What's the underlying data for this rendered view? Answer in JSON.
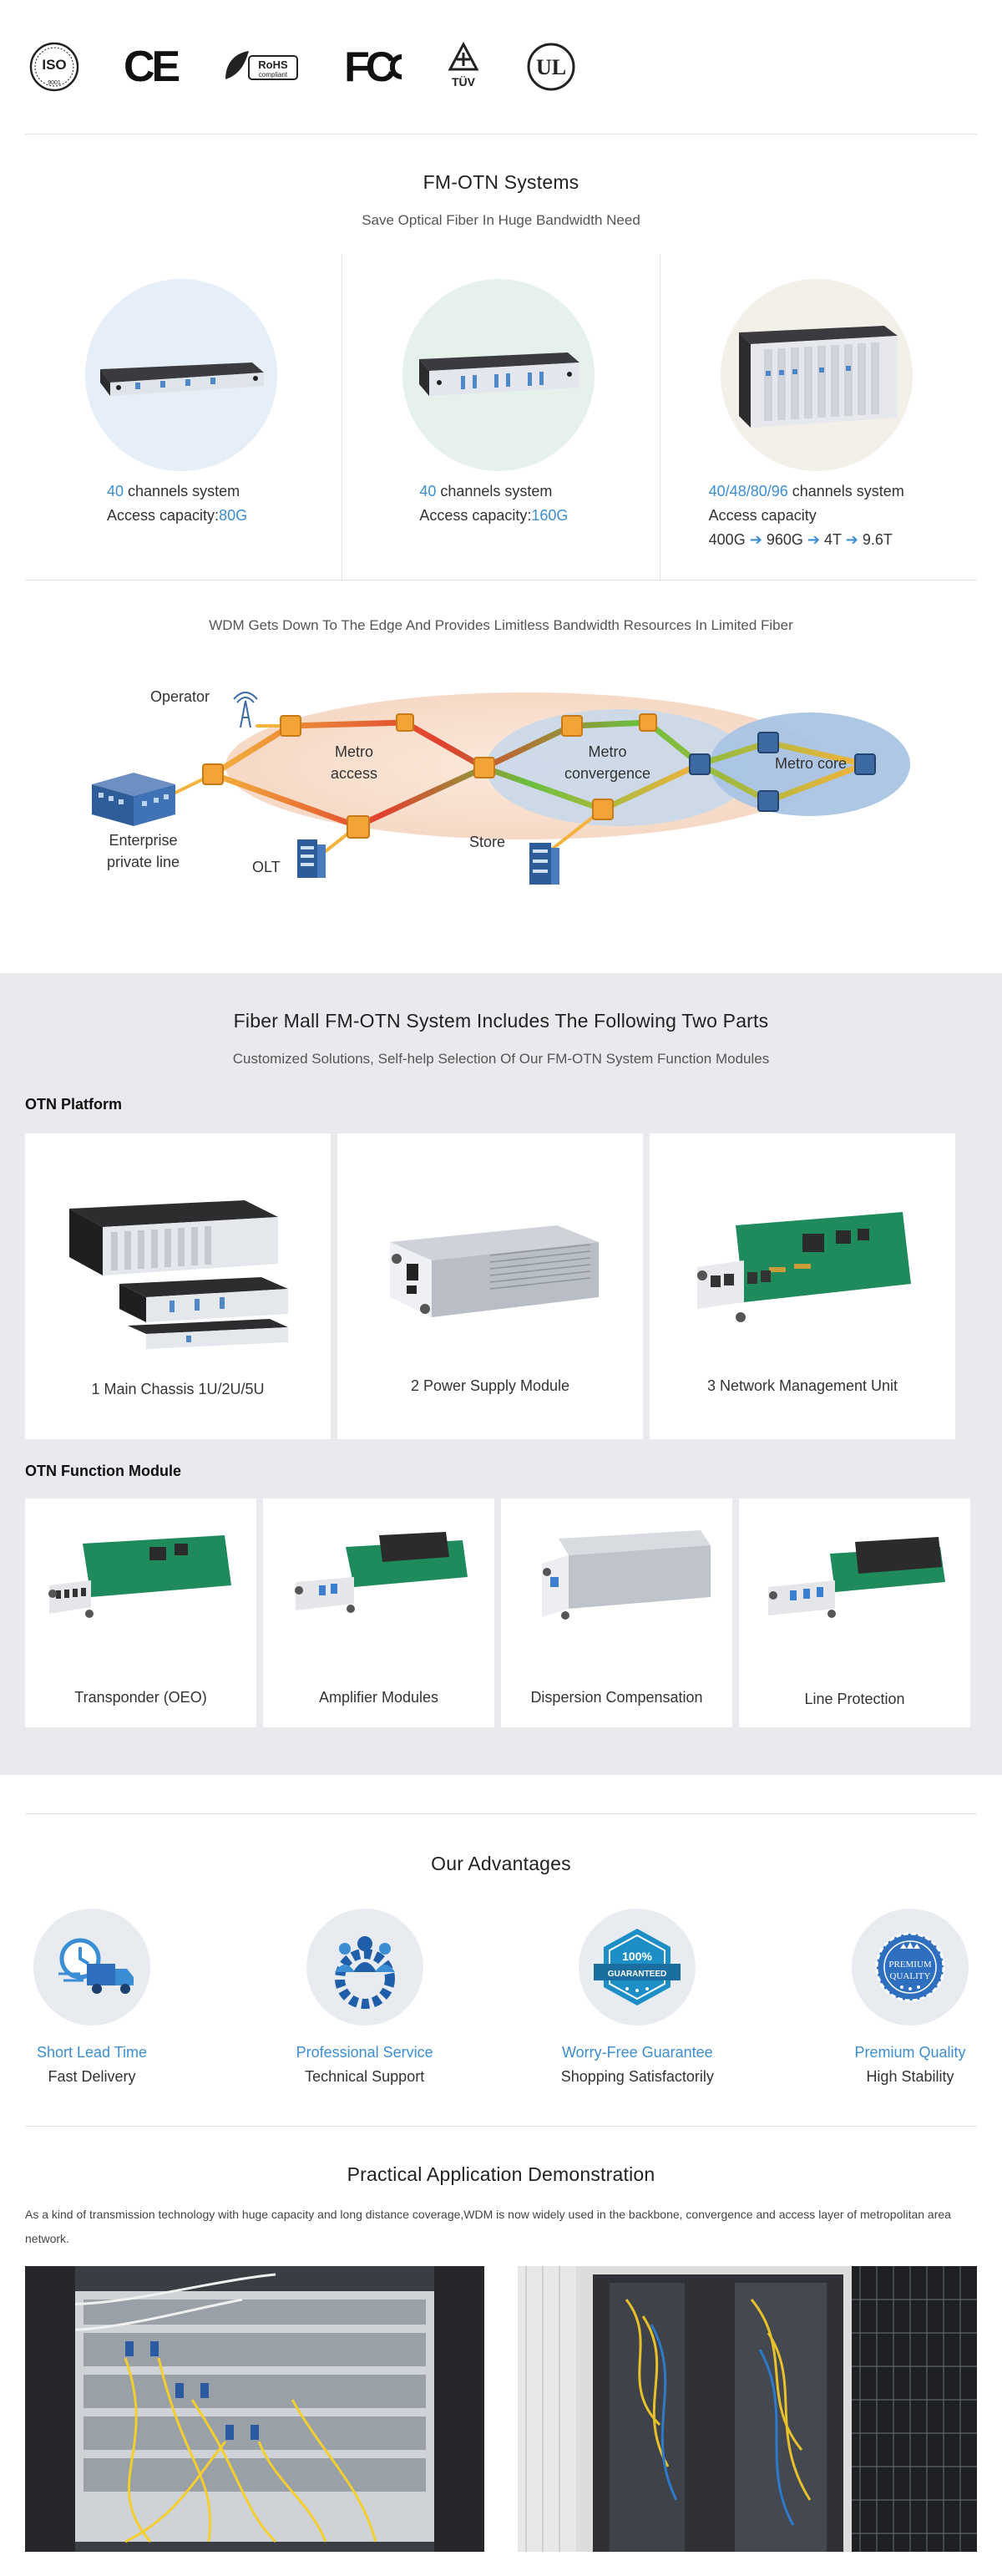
{
  "certs": [
    {
      "name": "iso-logo",
      "text": "ISO",
      "sub": "9001"
    },
    {
      "name": "ce-logo",
      "text": "CE"
    },
    {
      "name": "rohs-logo",
      "text": "RoHS",
      "sub": "compliant"
    },
    {
      "name": "fcc-logo",
      "text": "FC"
    },
    {
      "name": "tuv-logo",
      "text": "TÜV"
    },
    {
      "name": "ul-logo",
      "text": "UL"
    }
  ],
  "systems": {
    "title": "FM-OTN Systems",
    "subtitle": "Save Optical Fiber In Huge Bandwidth Need",
    "items": [
      {
        "channels": "40",
        "channels_suffix": " channels system",
        "capacity_label": "Access capacity:",
        "capacity": "80G"
      },
      {
        "channels": "40",
        "channels_suffix": " channels system",
        "capacity_label": "Access capacity:",
        "capacity": "160G"
      },
      {
        "channels": "40/48/80/96",
        "channels_suffix": " channels system",
        "capacity_label": "Access capacity",
        "capacity_steps": [
          "400G",
          "960G",
          "4T",
          "9.6T"
        ]
      }
    ]
  },
  "diagram": {
    "title": "WDM Gets Down To The Edge And Provides Limitless Bandwidth Resources In Limited Fiber",
    "labels": {
      "operator": "Operator",
      "enterprise1": "Enterprise",
      "enterprise2": "private line",
      "olt": "OLT",
      "metro_access1": "Metro",
      "metro_access2": "access",
      "store": "Store",
      "metro_conv1": "Metro",
      "metro_conv2": "convergence",
      "metro_core": "Metro core"
    }
  },
  "parts": {
    "title": "Fiber Mall FM-OTN System Includes The Following Two Parts",
    "subtitle": "Customized Solutions, Self-help Selection Of Our FM-OTN System Function Modules",
    "platform_heading": "OTN Platform",
    "platform_items": [
      "1 Main Chassis 1U/2U/5U",
      "2 Power Supply Module",
      "3 Network Management Unit"
    ],
    "function_heading": "OTN Function Module",
    "function_items": [
      "Transponder (OEO)",
      "Amplifier Modules",
      "Dispersion Compensation",
      "Line Protection"
    ]
  },
  "advantages": {
    "title": "Our Advantages",
    "items": [
      {
        "icon": "delivery-truck-icon",
        "title": "Short Lead Time",
        "sub": "Fast Delivery"
      },
      {
        "icon": "team-gear-icon",
        "title": "Professional Service",
        "sub": "Technical Support"
      },
      {
        "icon": "guarantee-badge-icon",
        "title": "Worry-Free Guarantee",
        "sub": "Shopping Satisfactorily"
      },
      {
        "icon": "premium-quality-icon",
        "title": "Premium Quality",
        "sub": "High Stability"
      }
    ],
    "badge_text": {
      "guarantee_top": "100%",
      "guarantee_bottom": "GUARANTEED",
      "premium_top": "PREMIUM",
      "premium_bottom": "QUALITY"
    }
  },
  "application": {
    "title": "Practical Application Demonstration",
    "paragraph": "As a kind  of transmission technology with huge capacity and long distance coverage,WDM is now widely used in the backbone, convergence  and  access layer of metropolitan area network."
  },
  "colors": {
    "accent": "#3b8ed4",
    "grey_bg": "#e9eaed"
  }
}
